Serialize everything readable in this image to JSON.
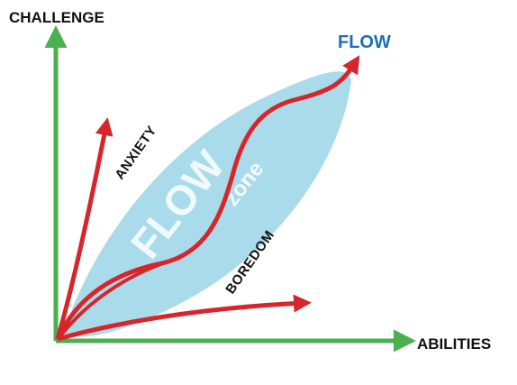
{
  "labels": {
    "y_axis": "CHALLENGE",
    "x_axis": "ABILITIES",
    "flow": "FLOW",
    "anxiety": "ANXIETY",
    "boredom": "BOREDOM",
    "zone_main": "FLOW",
    "zone_sub": "zone"
  },
  "colors": {
    "axis": "#4caf50",
    "curve": "#d7262b",
    "zone": "#a9dbea",
    "flow_label": "#1d6fb3",
    "zone_text": "#ffffff"
  }
}
